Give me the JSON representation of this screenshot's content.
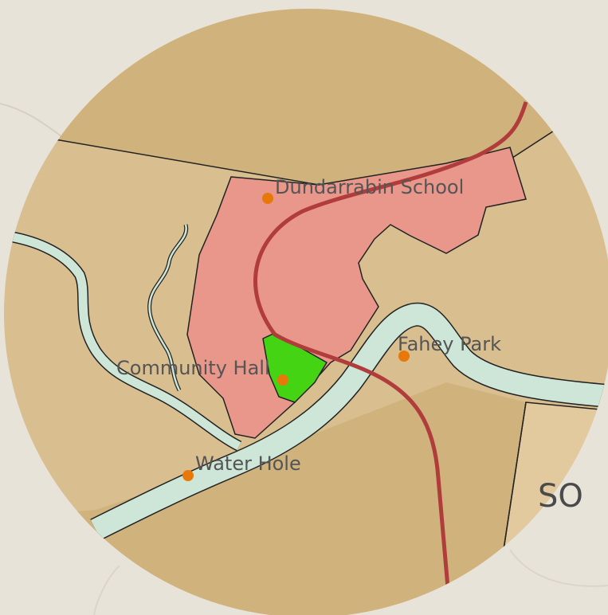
{
  "map": {
    "places": [
      {
        "name": "Dundarrabin School"
      },
      {
        "name": "Fahey Park"
      },
      {
        "name": "Community Hall"
      },
      {
        "name": "Water Hole"
      }
    ],
    "background_text": "SO",
    "colors": {
      "land": "#d0b27c",
      "land_light": "#d9bf8f",
      "land_pale": "#e2c99e",
      "zone_pink": "#e8978a",
      "park_green": "#44d414",
      "river": "#cde6d8",
      "road": "#b03c3c",
      "poi": "#e8780a",
      "outside": "#e8e3d8"
    }
  }
}
